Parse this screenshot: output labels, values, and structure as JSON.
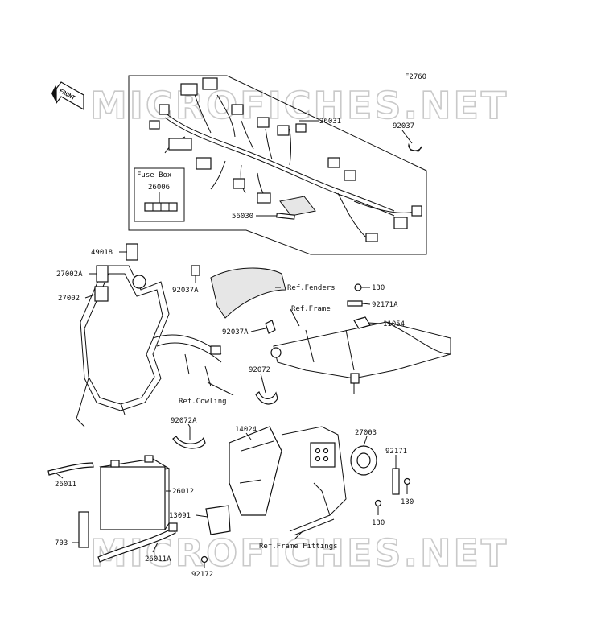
{
  "figure_code": "F2760",
  "watermark": "MICROFICHES.NET",
  "front_label": "FRONT",
  "fuse_box": {
    "title": "Fuse Box",
    "part": "26006"
  },
  "callouts": [
    {
      "id": "26031",
      "text": "26031"
    },
    {
      "id": "92037",
      "text": "92037"
    },
    {
      "id": "56030",
      "text": "56030"
    },
    {
      "id": "49018",
      "text": "49018"
    },
    {
      "id": "27002A",
      "text": "27002A"
    },
    {
      "id": "27002",
      "text": "27002"
    },
    {
      "id": "92037A-1",
      "text": "92037A"
    },
    {
      "id": "92037A-2",
      "text": "92037A"
    },
    {
      "id": "130-1",
      "text": "130"
    },
    {
      "id": "92171A",
      "text": "92171A"
    },
    {
      "id": "11054",
      "text": "11054"
    },
    {
      "id": "92072",
      "text": "92072"
    },
    {
      "id": "92072A",
      "text": "92072A"
    },
    {
      "id": "14024",
      "text": "14024"
    },
    {
      "id": "27003",
      "text": "27003"
    },
    {
      "id": "92171",
      "text": "92171"
    },
    {
      "id": "130-2",
      "text": "130"
    },
    {
      "id": "130-3",
      "text": "130"
    },
    {
      "id": "26011",
      "text": "26011"
    },
    {
      "id": "26012",
      "text": "26012"
    },
    {
      "id": "13091",
      "text": "13091"
    },
    {
      "id": "703",
      "text": "703"
    },
    {
      "id": "26011A",
      "text": "26011A"
    },
    {
      "id": "92172",
      "text": "92172"
    }
  ],
  "references": [
    {
      "id": "fenders",
      "text": "Ref.Fenders"
    },
    {
      "id": "frame",
      "text": "Ref.Frame"
    },
    {
      "id": "cowling",
      "text": "Ref.Cowling"
    },
    {
      "id": "frame-fittings",
      "text": "Ref.Frame Fittings"
    }
  ]
}
